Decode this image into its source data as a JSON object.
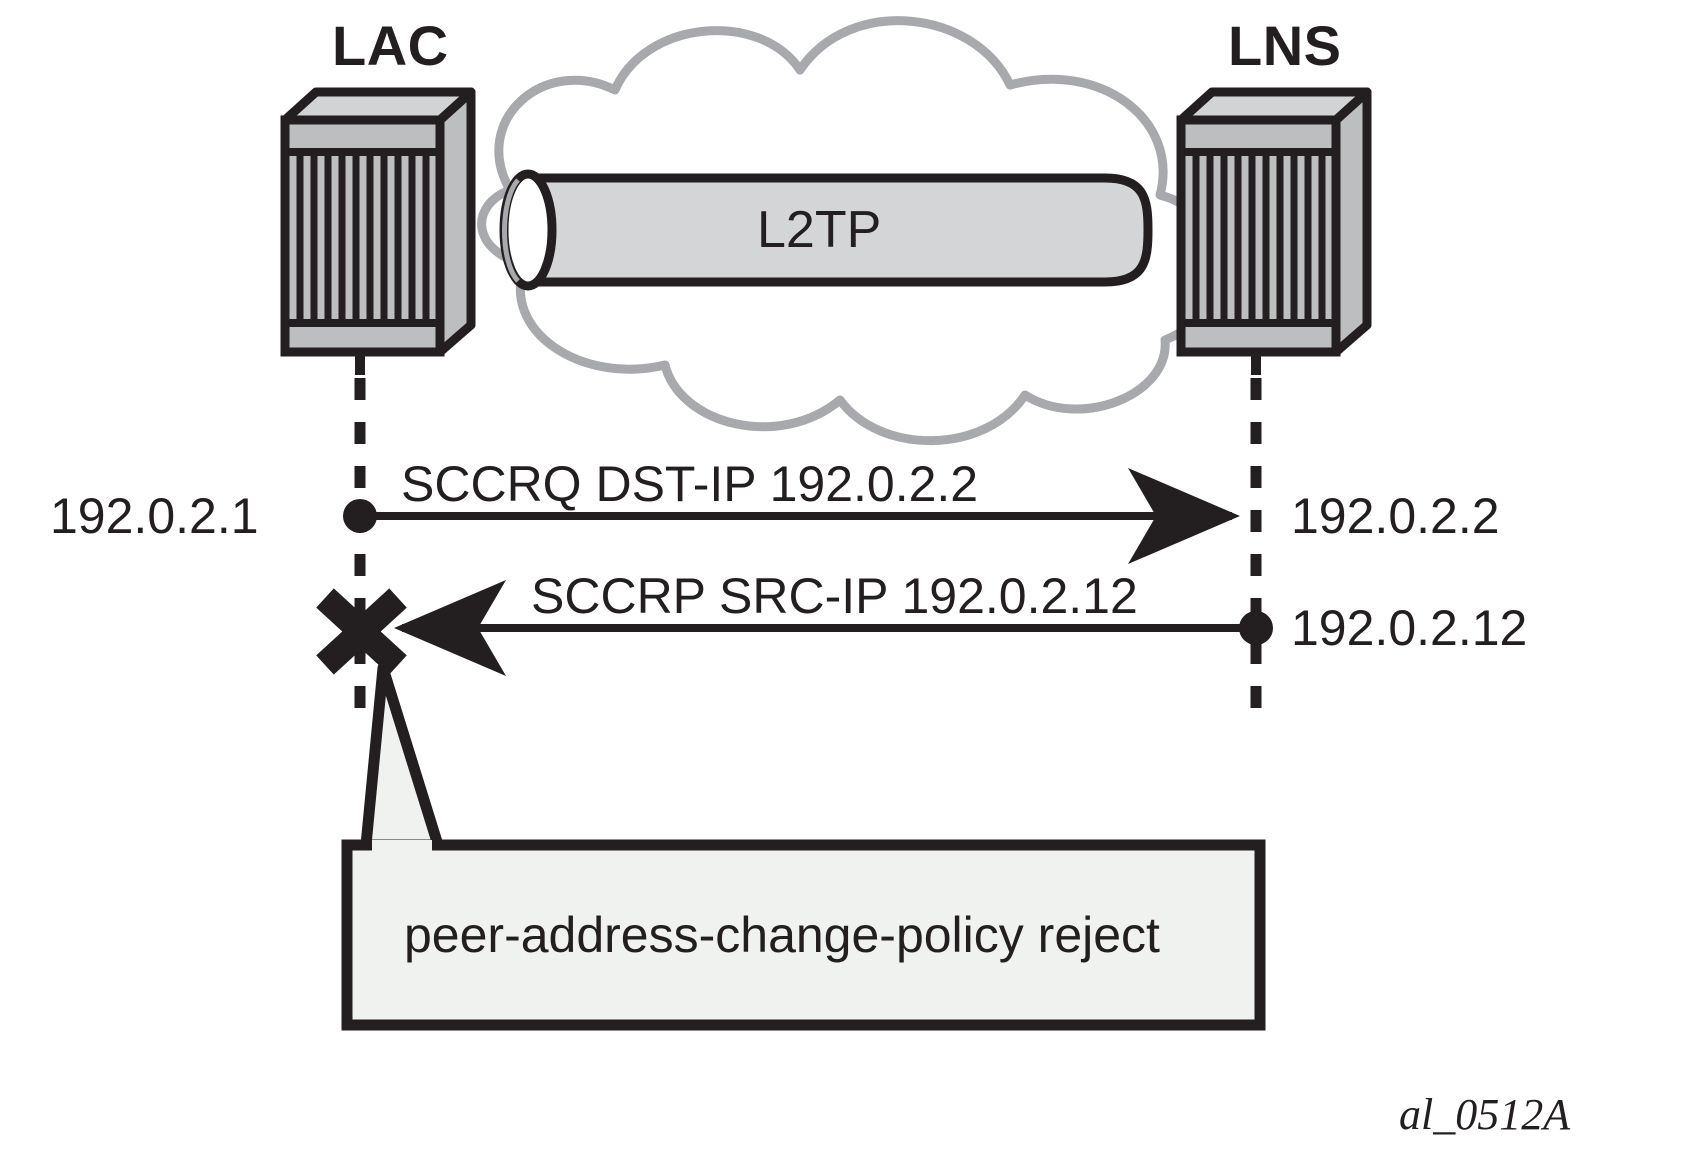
{
  "diagram": {
    "type": "network-sequence-diagram",
    "figure_reference": "al_0512A",
    "nodes": [
      {
        "id": "lac",
        "label": "LAC",
        "icon": "router-icon",
        "ip": "192.0.2.1"
      },
      {
        "id": "lns",
        "label": "LNS",
        "icon": "router-icon",
        "ip": "192.0.2.2"
      }
    ],
    "cloud": {
      "name": "network-cloud",
      "color": "#a7a9ac"
    },
    "tunnel": {
      "label": "L2TP",
      "shape": "cylinder",
      "fill": "#d4d5d7",
      "stroke": "#231f20"
    },
    "endpoint_labels": {
      "left_top": "192.0.2.1",
      "right_top": "192.0.2.2",
      "right_bottom": "192.0.2.12"
    },
    "messages": [
      {
        "id": "sccrq",
        "label": "SCCRQ  DST-IP  192.0.2.2",
        "direction": "left-to-right",
        "from": "192.0.2.1",
        "to": "192.0.2.2",
        "blocked": false
      },
      {
        "id": "sccrp",
        "label": "SCCRP  SRC-IP  192.0.2.12",
        "direction": "right-to-left",
        "from": "192.0.2.12",
        "to": "192.0.2.1",
        "blocked": true,
        "block_marker": "x-mark"
      }
    ],
    "callout": {
      "text": "peer-address-change-policy reject",
      "fill": "#f0f2f0",
      "stroke": "#231f20"
    },
    "colors": {
      "ink": "#231f20",
      "cloud": "#a7a9ac",
      "device_face": "#bcbec0",
      "device_top": "#d1d3d4",
      "callout_fill": "#f0f2f0"
    }
  }
}
